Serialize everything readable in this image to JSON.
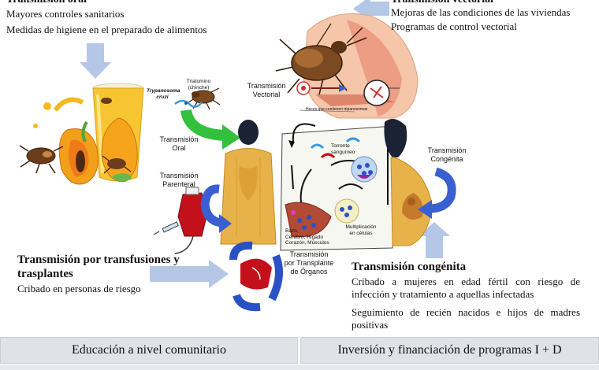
{
  "oral": {
    "title": "Transmisión oral",
    "items": [
      "Mayores controles sanitarios",
      "Medidas de higiene en el preparado de alimentos"
    ]
  },
  "vectorial": {
    "title": "Transmisión vectorial",
    "items": [
      "Mejoras de las condiciones de las viviendas",
      "Programas de control vectorial"
    ]
  },
  "transfusion": {
    "title_line1": "Transmisión por transfusiones y",
    "title_line2": "trasplantes",
    "items": [
      "Cribado en personas de riesgo"
    ]
  },
  "congenita": {
    "title": "Transmisión congénita",
    "para1_line1": "Cribado a mujeres en edad fértil con riesgo de",
    "para1_line2": "infección y tratamiento a aquellas infectadas",
    "para2_line1": "Seguimiento de recién nacidos  e hijos de madres",
    "para2_line2": "positivas"
  },
  "diagram_labels": {
    "triatomino_line1": "Triatomino",
    "triatomino_line2": "(chinche)",
    "trypanosoma_line1": "Trypanosoma",
    "trypanosoma_line2": "cruzi",
    "vectorial_line1": "Transmisión",
    "vectorial_line2": "Vectorial",
    "oral_line1": "Transmisión",
    "oral_line2": "Oral",
    "parenteral_line1": "Transmisión",
    "parenteral_line2": "Parenteral",
    "congenita_line1": "Transmisión",
    "congenita_line2": "Congénita",
    "organos_line1": "Transmisión",
    "organos_line2": "por Transplante",
    "organos_line3": "de Órganos",
    "torrente_line1": "Torrente",
    "torrente_line2": "sanguíneo",
    "bazo_line1": "Bazo,",
    "bazo_line2": "Cerebro, Hígado",
    "bazo_line3": "Corazón, Músculos",
    "multiplicacion_line1": "Multiplicación",
    "multiplicacion_line2": "en células",
    "heces": "Heces que contienen tripanosomas"
  },
  "footer": {
    "left": "Educación a nivel comunitario",
    "right": "Inversión y financiación de programas I + D"
  },
  "colors": {
    "arrow_blue": "#b4c7e7",
    "green_arrow": "#33c03c",
    "blue_arrow": "#3a5fd0",
    "skin": "#e8b24a",
    "footer_bg": "#dfe3e8"
  }
}
